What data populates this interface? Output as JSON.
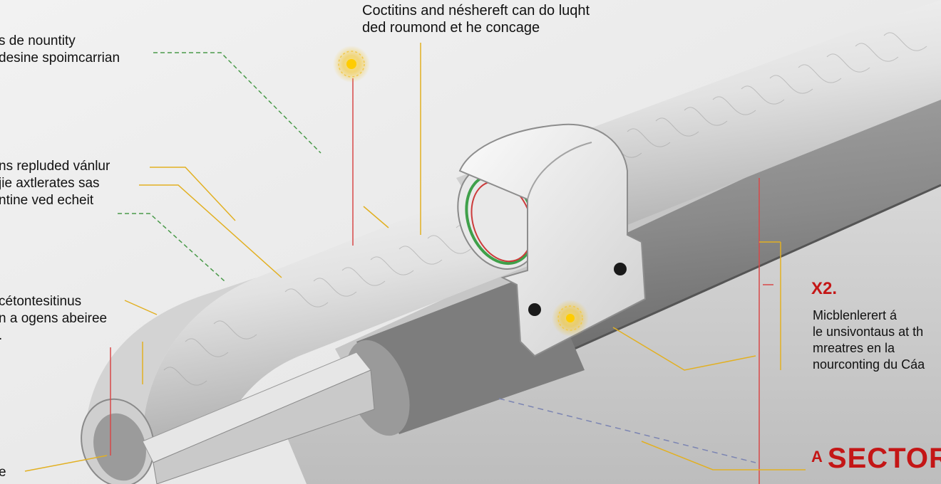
{
  "labels": {
    "top": [
      "Coctitins and néshereft can do luqht",
      "ded roumond et he concage"
    ],
    "left_1": [
      "s de nountity",
      "desine spoimcarrian"
    ],
    "left_2": [
      "ns repluded vánlur",
      "jie axtlerates sas",
      "ntine ved echeit"
    ],
    "left_3": [
      "cétontesitinus",
      "n a ogens abeiree",
      "."
    ],
    "left_4": [
      "e"
    ],
    "right_number": "X2.",
    "right": [
      "Micblenlerert á",
      "le unsivontaus at th",
      "mreatres en la",
      "nourconting du Cáa"
    ],
    "sector_title": "SECTOR",
    "sector_prefix": "A"
  },
  "colors": {
    "background": "#ebebeb",
    "accent_red": "#c41616",
    "leader_yellow": "#e2b022",
    "leader_green": "#4a9a4a",
    "leader_red": "#d84848",
    "insulation": "#e4e4e4",
    "channel": "#8b8b8b",
    "clamp": "#f0f0f0"
  },
  "icons": [
    "sun-marker-icon",
    "bolt-icon"
  ]
}
